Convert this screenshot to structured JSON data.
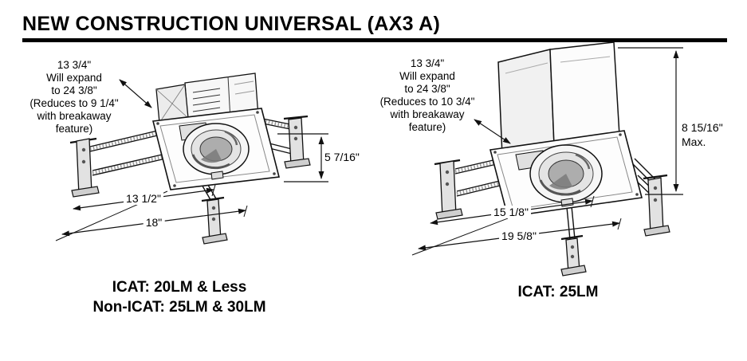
{
  "page": {
    "title": "NEW CONSTRUCTION UNIVERSAL (AX3 A)"
  },
  "left_figure": {
    "expand_note": "13 3/4\"\nWill expand\nto 24 3/8\"\n(Reduces to 9 1/4\"\nwith breakaway\nfeature)",
    "height_dim": "5 7/16\"",
    "width_dim_inner": "13 1/2\"",
    "width_dim_outer": "18\"",
    "caption": "ICAT: 20LM & Less\nNon-ICAT: 25LM & 30LM"
  },
  "right_figure": {
    "expand_note": "13 3/4\"\nWill expand\nto 24 3/8\"\n(Reduces to 10 3/4\"\nwith breakaway\nfeature)",
    "height_dim": "8 15/16\"\nMax.",
    "width_dim_inner": "15 1/8\"",
    "width_dim_outer": "19 5/8\"",
    "caption": "ICAT: 25LM"
  }
}
